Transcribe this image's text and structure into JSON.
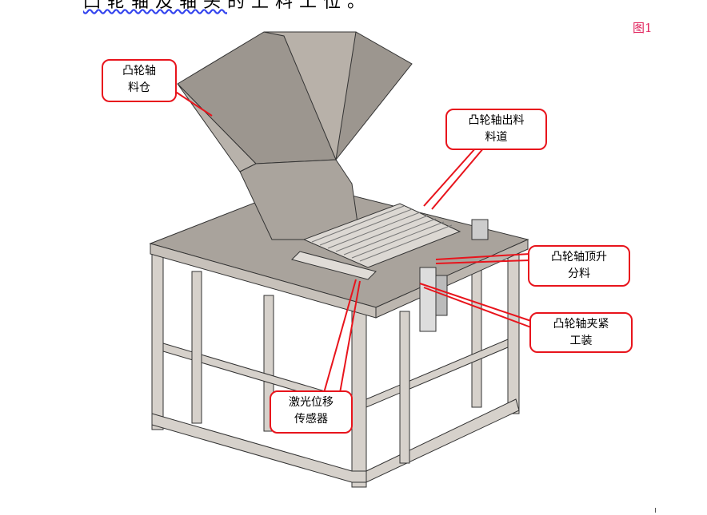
{
  "document": {
    "top_text_underlined": "凸轮轴及轴头",
    "top_text_rest": "的上料工位。",
    "figure_label": "图1"
  },
  "callouts": [
    {
      "line1": "凸轮轴",
      "line2": "料仓"
    },
    {
      "line1": "凸轮轴出料",
      "line2": "料道"
    },
    {
      "line1": "凸轮轴顶升",
      "line2": "分料"
    },
    {
      "line1": "凸轮轴夹紧",
      "line2": "工装"
    },
    {
      "line1": "激光位移",
      "line2": "传感器"
    }
  ],
  "colors": {
    "callout": "#e8141c",
    "figure_label": "#e0205a",
    "metal": "#b4aca4"
  }
}
